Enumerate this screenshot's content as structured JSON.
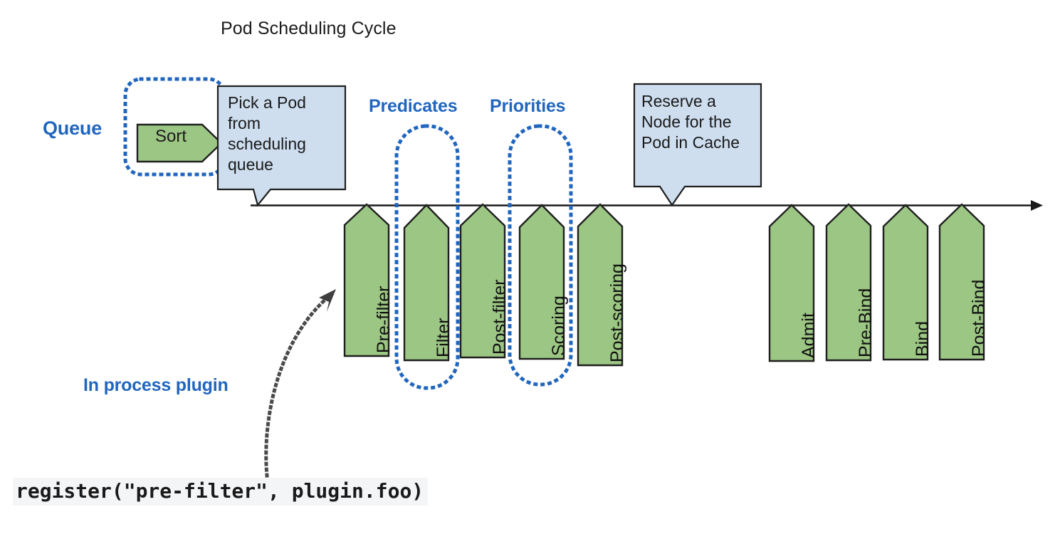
{
  "diagram": {
    "title": "Pod Scheduling Cycle",
    "colors": {
      "stage_fill": "#9CC683",
      "stage_stroke": "#1f1f1f",
      "callout_fill": "#CEDEEF",
      "callout_stroke": "#1f1f1f",
      "accent_blue": "#2166BE",
      "timeline": "#1a1a1a",
      "code_bg": "#f4f5f7",
      "background": "#ffffff"
    }
  },
  "labels": {
    "queue": "Queue",
    "predicates": "Predicates",
    "priorities": "Priorities",
    "in_process_plugin": "In process plugin"
  },
  "callouts": [
    {
      "id": "pick-a-pod",
      "text": "Pick a Pod from scheduling queue"
    },
    {
      "id": "reserve-node",
      "text": "Reserve a Node for the Pod in Cache"
    }
  ],
  "queue_stage": {
    "label": "Sort"
  },
  "stages": [
    {
      "label": "Pre-filter",
      "group": "scheduling"
    },
    {
      "label": "Filter",
      "group": "scheduling"
    },
    {
      "label": "Post-filter",
      "group": "scheduling"
    },
    {
      "label": "Scoring",
      "group": "scheduling"
    },
    {
      "label": "Post-scoring",
      "group": "scheduling"
    },
    {
      "label": "Admit",
      "group": "binding"
    },
    {
      "label": "Pre-Bind",
      "group": "binding"
    },
    {
      "label": "Bind",
      "group": "binding"
    },
    {
      "label": "Post-Bind",
      "group": "binding"
    }
  ],
  "code": {
    "snippet": "register(\"pre-filter\", plugin.foo)"
  }
}
